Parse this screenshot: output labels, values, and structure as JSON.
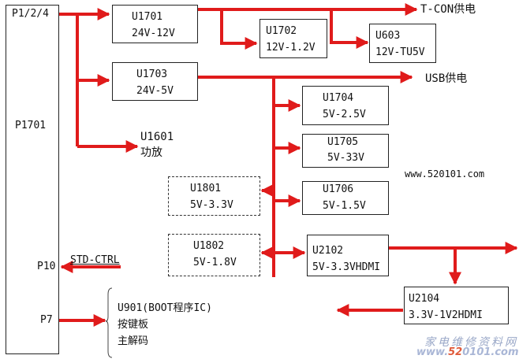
{
  "connector": {
    "title": "P1701",
    "pins": {
      "power": "P1/2/4",
      "ctrl": "P10",
      "p7": "P7"
    }
  },
  "blocks": {
    "u1701": {
      "id": "U1701",
      "desc": "24V-12V"
    },
    "u1702": {
      "id": "U1702",
      "desc": "12V-1.2V"
    },
    "u603": {
      "id": "U603",
      "desc": "12V-TU5V"
    },
    "u1703": {
      "id": "U1703",
      "desc": "24V-5V"
    },
    "u1704": {
      "id": "U1704",
      "desc": "5V-2.5V"
    },
    "u1705": {
      "id": "U1705",
      "desc": "5V-33V"
    },
    "u1706": {
      "id": "U1706",
      "desc": "5V-1.5V"
    },
    "u1801": {
      "id": "U1801",
      "desc": "5V-3.3V"
    },
    "u1802": {
      "id": "U1802",
      "desc": "5V-1.8V"
    },
    "u2102": {
      "id": "U2102",
      "desc": "5V-3.3VHDMI"
    },
    "u2104": {
      "id": "U2104",
      "desc": "3.3V-1V2HDMI"
    }
  },
  "labels": {
    "tcon": "T-CON供电",
    "usb": "USB供电",
    "u1601_id": "U1601",
    "u1601_desc": "功放",
    "std_ctrl": "STD-CTRL",
    "p7_targets": [
      "U901(BOOT程序IC)",
      "按键板",
      "主解码"
    ],
    "website": "www.520101.com"
  },
  "watermark": {
    "line1": "家电维修资料网",
    "line2_prefix": "www.",
    "line2_highlight": "52",
    "line2_suffix": "0101.com"
  },
  "colors": {
    "wire": "#e01b1b",
    "border": "#222222"
  }
}
